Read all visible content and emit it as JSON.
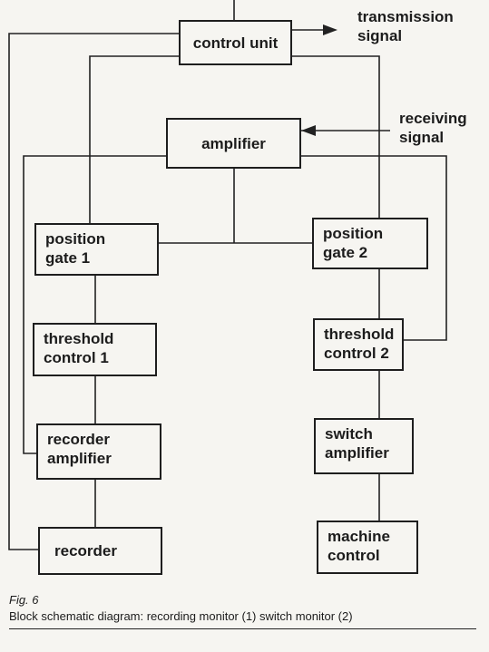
{
  "blocks": {
    "control_unit": "control unit",
    "amplifier": "amplifier",
    "position_gate_1": "position\ngate 1",
    "position_gate_2": "position\ngate 2",
    "threshold_control_1": "threshold\ncontrol 1",
    "threshold_control_2": "threshold\ncontrol 2",
    "recorder_amplifier": "recorder\namplifier",
    "switch_amplifier": "switch\namplifier",
    "recorder": "recorder",
    "machine_control": "machine\ncontrol"
  },
  "signals": {
    "transmission": "transmission\nsignal",
    "receiving": "receiving\nsignal"
  },
  "caption": {
    "figure": "Fig. 6",
    "text": "Block schematic diagram: recording monitor (1) switch monitor (2)"
  }
}
